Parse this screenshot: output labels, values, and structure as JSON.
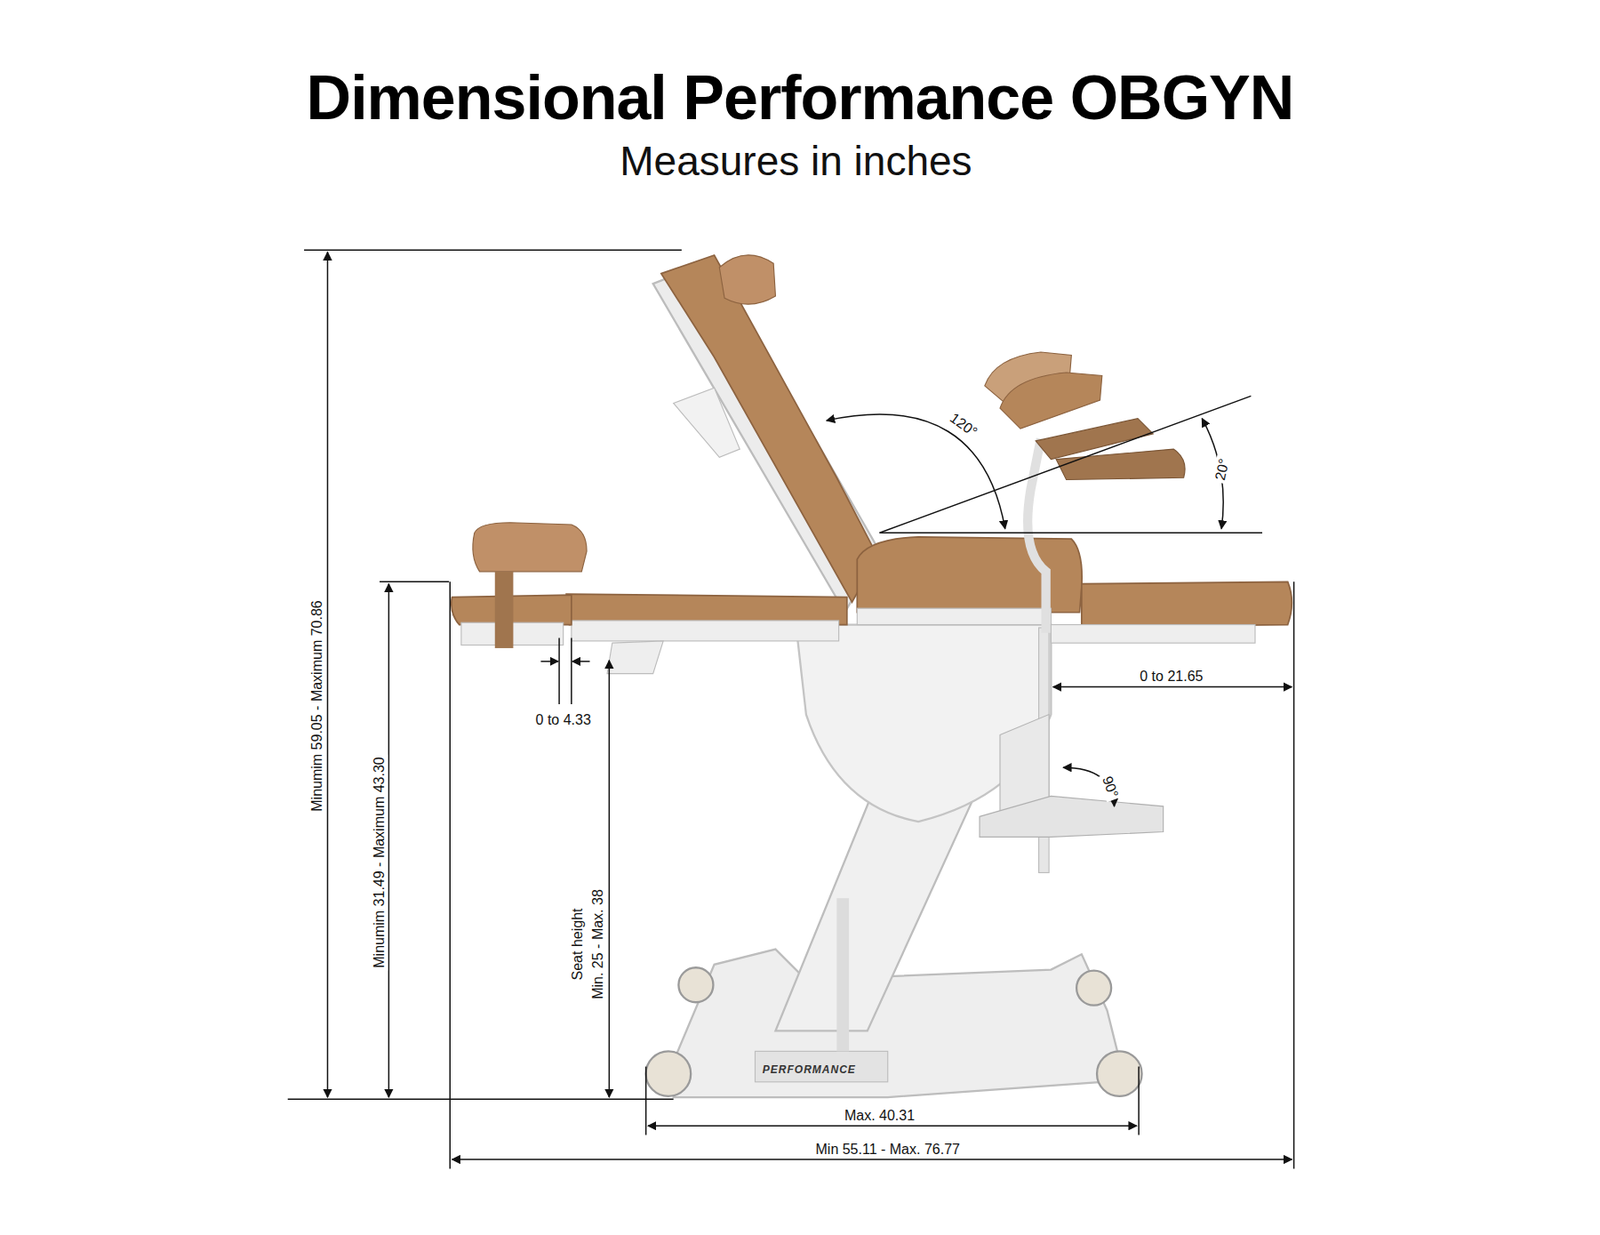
{
  "diagram": {
    "title": "Dimensional Performance OBGYN",
    "labels": [
      "Measures in inches",
      "120°",
      "20°",
      "0 to 4.33",
      "0 to 21.65",
      "90°",
      "Minumim 59.05 - Maximum 70.86",
      "Minumim 31.49 - Maximum 43.30",
      "Seat height",
      "Min. 25 -  Max. 38",
      "PERFORMANCE",
      "Max. 40.31",
      "Min 55.11 - Max. 76.77"
    ]
  }
}
